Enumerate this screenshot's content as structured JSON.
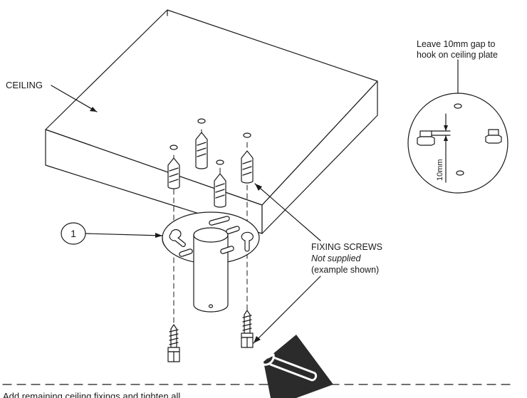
{
  "labels": {
    "ceiling": "CEILING",
    "callout_number": "1",
    "fixing_screws_title": "FIXING SCREWS",
    "fixing_screws_note": "Not supplied",
    "fixing_screws_example": "(example shown)",
    "inset_line1": "Leave 10mm gap to",
    "inset_line2": "hook on ceiling plate",
    "inset_dimension": "10mm",
    "footer_text": "Add remaining ceiling fixings and tighten all"
  },
  "colors": {
    "line": "#1a1a1a",
    "fill": "#ffffff",
    "tool_body": "#2b2b2b",
    "screw_fill": "#ffffff"
  },
  "icons": {
    "spanner": "spanner-icon",
    "callout": "callout-circle"
  }
}
